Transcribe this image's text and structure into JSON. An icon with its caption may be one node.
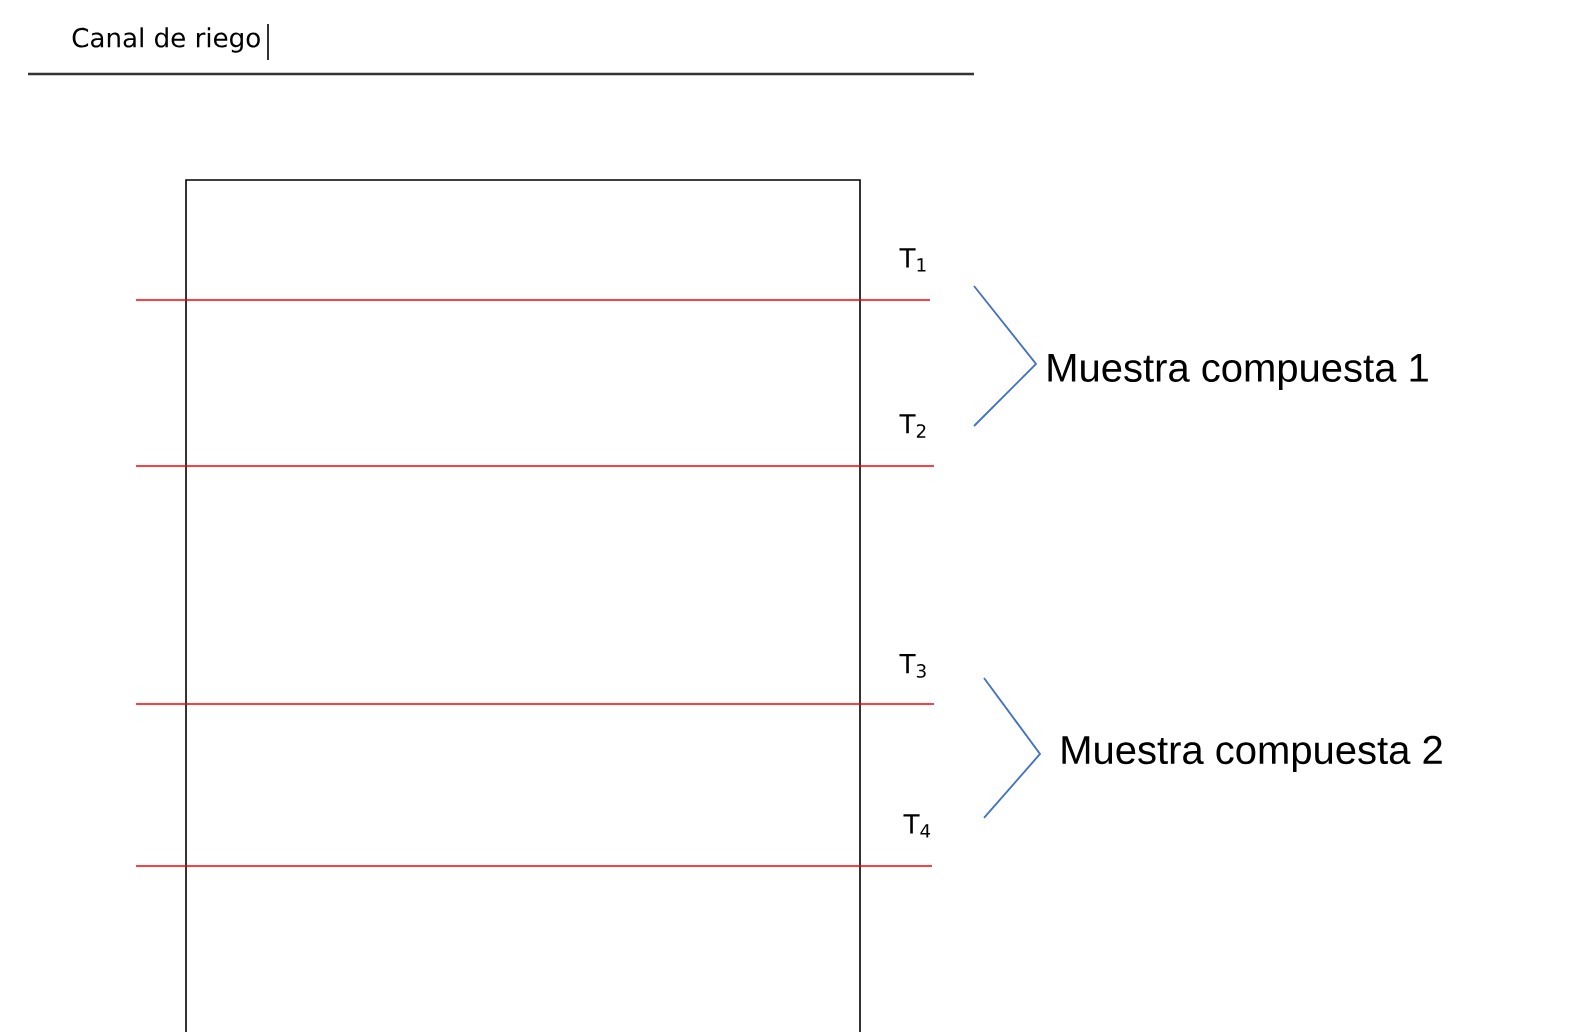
{
  "diagram": {
    "labels": [
      "Canal de riego",
      "T$_{1}$",
      "Muestra compuesta 1",
      "T$_{2}$",
      "T$_{3}$",
      "Muestra compuesta 2",
      "T$_{4}$"
    ]
  }
}
